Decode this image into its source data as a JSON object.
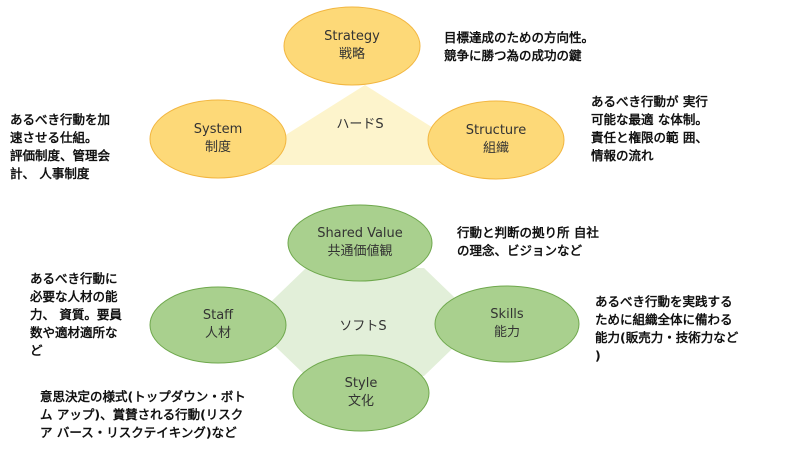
{
  "colors": {
    "hard_fill": "#fdd978",
    "hard_stroke": "#f2b640",
    "hard_triangle": "#fdf4cc",
    "soft_fill": "#a9d08e",
    "soft_stroke": "#6fa84d",
    "soft_hexagon": "#e2efd9"
  },
  "hard": {
    "center_label": "ハードS",
    "strategy": {
      "en": "Strategy",
      "jp": "戦略"
    },
    "system": {
      "en": "System",
      "jp": "制度"
    },
    "structure": {
      "en": "Structure",
      "jp": "組織"
    },
    "notes": {
      "strategy": [
        "目標達成のための方向性。",
        "競争に勝つ為の成功の鍵"
      ],
      "system": [
        "あるべき行動を加",
        "速させる仕組。",
        "評価制度、管理会",
        "計、 人事制度"
      ],
      "structure": [
        "あるべき行動が 実行",
        "可能な最適 な体制。",
        "責任と権限の範 囲、",
        "情報の流れ"
      ]
    }
  },
  "soft": {
    "center_label": "ソフトS",
    "shared_value": {
      "en": "Shared Value",
      "jp": "共通価値観"
    },
    "staff": {
      "en": "Staff",
      "jp": "人材"
    },
    "skills": {
      "en": "Skills",
      "jp": "能力"
    },
    "style": {
      "en": "Style",
      "jp": "文化"
    },
    "notes": {
      "shared_value": [
        "行動と判断の拠り所 自社",
        "の理念、ビジョンなど"
      ],
      "staff": [
        "あるべき行動に",
        "必要な人材の能",
        "力、 資質。要員",
        "数や適材適所な",
        "ど"
      ],
      "skills": [
        "あるべき行動を実践する",
        "ために組織全体に備わる",
        "能力(販売力・技術力など",
        ")"
      ],
      "style": [
        "意思決定の様式(トップダウン・ボト",
        "ム アップ)、賞賛される行動(リスク",
        "ア バース・リスクテイキング)など"
      ]
    }
  }
}
